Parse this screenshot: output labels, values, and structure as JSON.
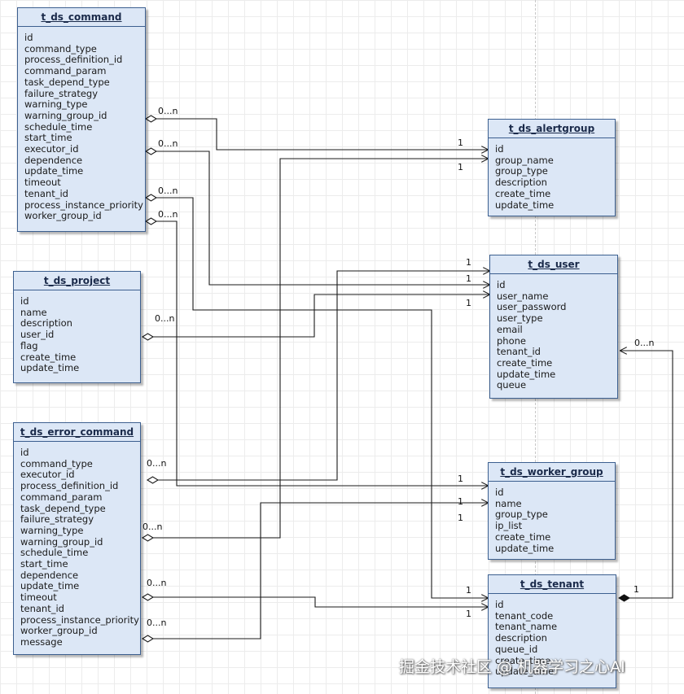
{
  "entities": {
    "t_ds_command": {
      "title": "t_ds_command",
      "fields": [
        "id",
        "command_type",
        "process_definition_id",
        "command_param",
        "task_depend_type",
        "failure_strategy",
        "warning_type",
        "warning_group_id",
        "schedule_time",
        "start_time",
        "executor_id",
        "dependence",
        "update_time",
        "timeout",
        "tenant_id",
        "process_instance_priority",
        "worker_group_id"
      ]
    },
    "t_ds_project": {
      "title": "t_ds_project",
      "fields": [
        "id",
        "name",
        "description",
        "user_id",
        "flag",
        "create_time",
        "update_time"
      ]
    },
    "t_ds_error_command": {
      "title": "t_ds_error_command",
      "fields": [
        "id",
        "command_type",
        "executor_id",
        "process_definition_id",
        "command_param",
        "task_depend_type",
        "failure_strategy",
        "warning_type",
        "warning_group_id",
        "schedule_time",
        "start_time",
        "dependence",
        "update_time",
        "timeout",
        "tenant_id",
        "process_instance_priority",
        "worker_group_id",
        "message"
      ]
    },
    "t_ds_alertgroup": {
      "title": "t_ds_alertgroup",
      "fields": [
        "id",
        "group_name",
        "group_type",
        "description",
        "create_time",
        "update_time"
      ]
    },
    "t_ds_user": {
      "title": "t_ds_user",
      "fields": [
        "id",
        "user_name",
        "user_password",
        "user_type",
        "email",
        "phone",
        "tenant_id",
        "create_time",
        "update_time",
        "queue"
      ]
    },
    "t_ds_worker_group": {
      "title": "t_ds_worker_group",
      "fields": [
        "id",
        "name",
        "group_type",
        "ip_list",
        "create_time",
        "update_time"
      ]
    },
    "t_ds_tenant": {
      "title": "t_ds_tenant",
      "fields": [
        "id",
        "tenant_code",
        "tenant_name",
        "description",
        "queue_id",
        "create_time",
        "update_time"
      ]
    }
  },
  "labels": {
    "many": "0...n",
    "one": "1"
  },
  "watermark": "掘金技术社区 @ 机器学习之心AI",
  "colors": {
    "entity_fill": "#dce7f6",
    "entity_border": "#3c5f8f",
    "connector": "#1a1a1a"
  }
}
